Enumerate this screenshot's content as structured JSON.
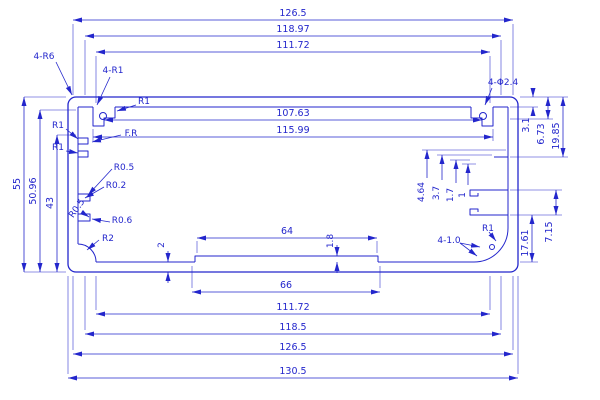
{
  "drawing": {
    "type": "cad-profile-cross-section",
    "line_color": "#2326cc",
    "background": "#ffffff",
    "labels": {
      "dim_top_1": "126.5",
      "dim_top_2": "118.97",
      "dim_top_3": "111.72",
      "dim_inner_width_1": "107.63",
      "dim_inner_width_2": "115.99",
      "dim_center_64": "64",
      "dim_bottom_66": "66",
      "dim_bottom_1": "111.72",
      "dim_bottom_2": "118.5",
      "dim_bottom_3": "126.5",
      "dim_bottom_4": "130.5",
      "dim_height_55": "55",
      "dim_height_50_96": "50.96",
      "dim_height_43": "43",
      "dim_right_3_1": "3.1",
      "dim_right_6_73": "6.73",
      "dim_right_19_85": "19.85",
      "dim_mid_4_64": "4.64",
      "dim_mid_3_7": "3.7",
      "dim_mid_1_7": "1.7",
      "dim_mid_1": "1",
      "dim_right_7_15": "7.15",
      "dim_right_17_61": "17.61",
      "dim_depth_1_8": "1.8",
      "dim_wall_2": "2",
      "radius_4_r6": "4-R6",
      "radius_4_r1": "4-R1",
      "radius_r1_top": "R1",
      "holes_4_d2_4": "4-Φ2.4",
      "radius_r1_left_a": "R1",
      "radius_r1_left_b": "R1",
      "label_fr": "F.R",
      "radius_r0_5_a": "R0.5",
      "radius_r0_2": "R0.2",
      "radius_r0_5_b": "R0.5",
      "radius_r0_6": "R0.6",
      "radius_r2_left": "R2",
      "holes_4_1_0": "4-1.0",
      "radius_r1_bottom_right": "R1"
    }
  }
}
